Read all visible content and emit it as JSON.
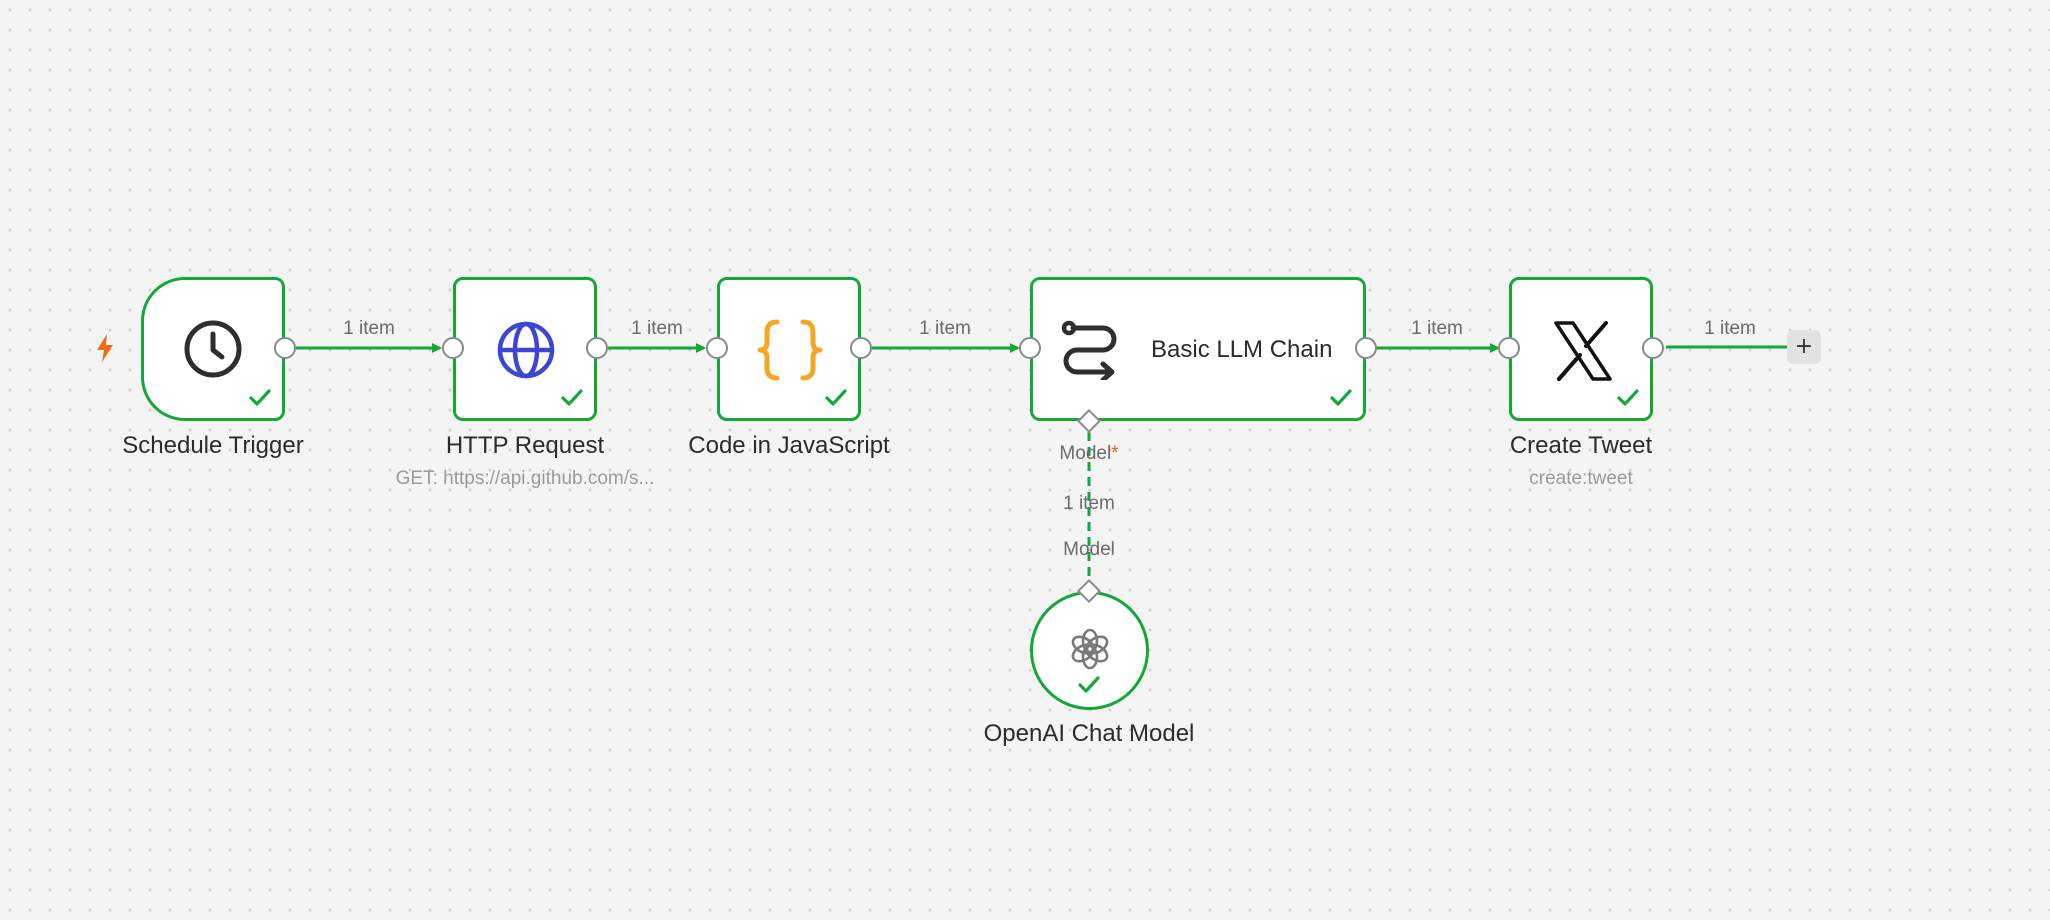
{
  "colors": {
    "success": "#13a83a",
    "trigger_bolt": "#f26b1d",
    "http_icon": "#3b46d6",
    "code_icon": "#f5a623",
    "required_star": "#e2622b"
  },
  "trigger_icon": "lightning-bolt-icon",
  "nodes": {
    "schedule_trigger": {
      "title": "Schedule Trigger",
      "icon": "clock-icon"
    },
    "http_request": {
      "title": "HTTP Request",
      "subtitle": "GET: https://api.github.com/s...",
      "icon": "globe-icon"
    },
    "code": {
      "title": "Code in JavaScript",
      "icon": "curly-braces-icon"
    },
    "llm_chain": {
      "title": "Basic LLM Chain",
      "icon": "chain-route-icon",
      "model_port_label": "Model",
      "required_mark": "*"
    },
    "create_tweet": {
      "title": "Create Tweet",
      "subtitle": "create:tweet",
      "icon": "x-logo-icon"
    },
    "openai": {
      "title": "OpenAI Chat Model",
      "output_label": "Model",
      "icon": "openai-logo-icon"
    }
  },
  "edges": {
    "e1": "1 item",
    "e2": "1 item",
    "e3": "1 item",
    "e4": "1 item",
    "e5": "1 item",
    "model": "1 item"
  },
  "add_node_label": "+"
}
